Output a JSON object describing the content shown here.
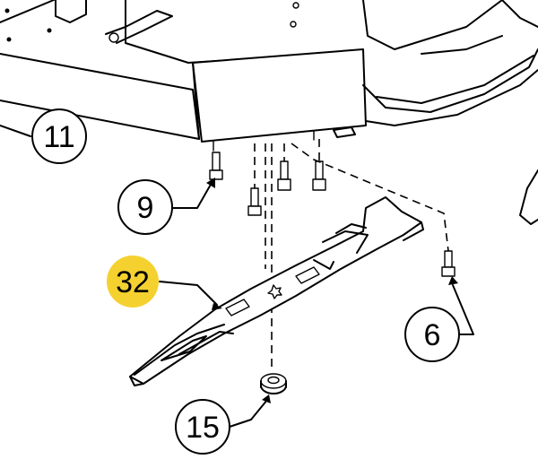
{
  "callouts": [
    {
      "name": "callout-11",
      "label": "11"
    },
    {
      "name": "callout-9",
      "label": "9"
    },
    {
      "name": "callout-32",
      "label": "32",
      "highlight_color": "#f5d130"
    },
    {
      "name": "callout-6",
      "label": "6"
    },
    {
      "name": "callout-15",
      "label": "15"
    }
  ],
  "colors": {
    "line": "#000000",
    "background": "#ffffff",
    "highlight": "#f5d130"
  }
}
